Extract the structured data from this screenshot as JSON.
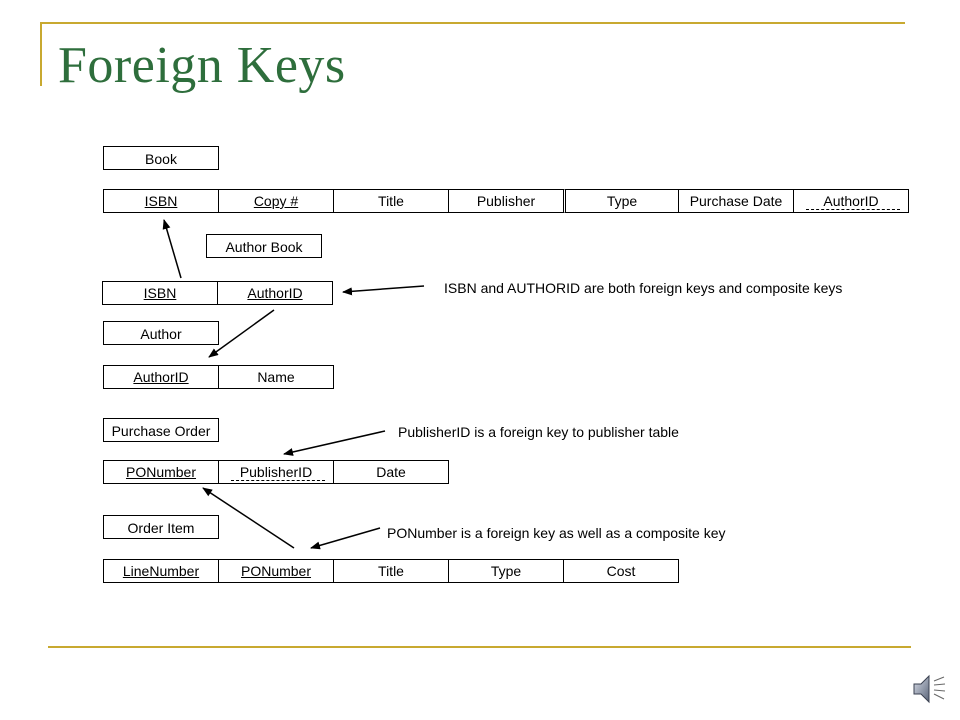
{
  "title": "Foreign Keys",
  "book": {
    "label": "Book",
    "columns": [
      "ISBN",
      "Copy #",
      "Title",
      "Publisher",
      "Type",
      "Purchase Date",
      "AuthorID"
    ]
  },
  "author_book": {
    "label": "Author Book",
    "columns": [
      "ISBN",
      "AuthorID"
    ],
    "note": "ISBN and AUTHORID are both foreign keys and composite keys"
  },
  "author": {
    "label": "Author",
    "columns": [
      "AuthorID",
      "Name"
    ]
  },
  "purchase_order": {
    "label": "Purchase Order",
    "columns": [
      "PONumber",
      "PublisherID",
      "Date"
    ],
    "note": "PublisherID is a foreign key to publisher table"
  },
  "order_item": {
    "label": "Order Item",
    "columns": [
      "LineNumber",
      "PONumber",
      "Title",
      "Type",
      "Cost"
    ],
    "note": "PONumber is a foreign key as well as a composite key"
  },
  "icons": {
    "speaker": "speaker-icon"
  },
  "colors": {
    "title": "#2e6e3c",
    "rule": "#c8a930"
  }
}
